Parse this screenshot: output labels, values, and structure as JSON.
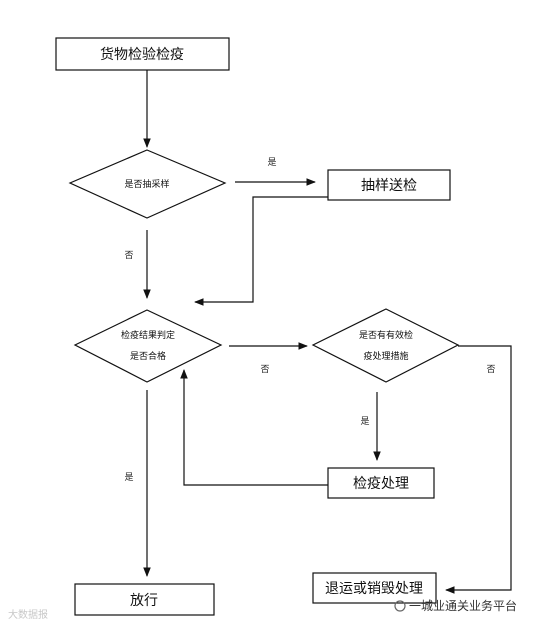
{
  "nodes": {
    "inspection": "货物检验检疫",
    "sampling_decision": "是否抽采样",
    "sample_send": "抽样送检",
    "result_decision_line1": "检疫结果判定",
    "result_decision_line2": "是否合格",
    "treatment_decision_line1": "是否有有效检",
    "treatment_decision_line2": "疫处理措施",
    "treatment": "检疫处理",
    "release": "放行",
    "return_destroy": "退运或销毁处理"
  },
  "labels": {
    "yes_sampling": "是",
    "no_sampling": "否",
    "no_result": "否",
    "yes_result": "是",
    "yes_treatment": "是",
    "no_treatment": "否"
  },
  "watermark": {
    "left": "大数据报",
    "brand": "一城业通关业务平台"
  }
}
